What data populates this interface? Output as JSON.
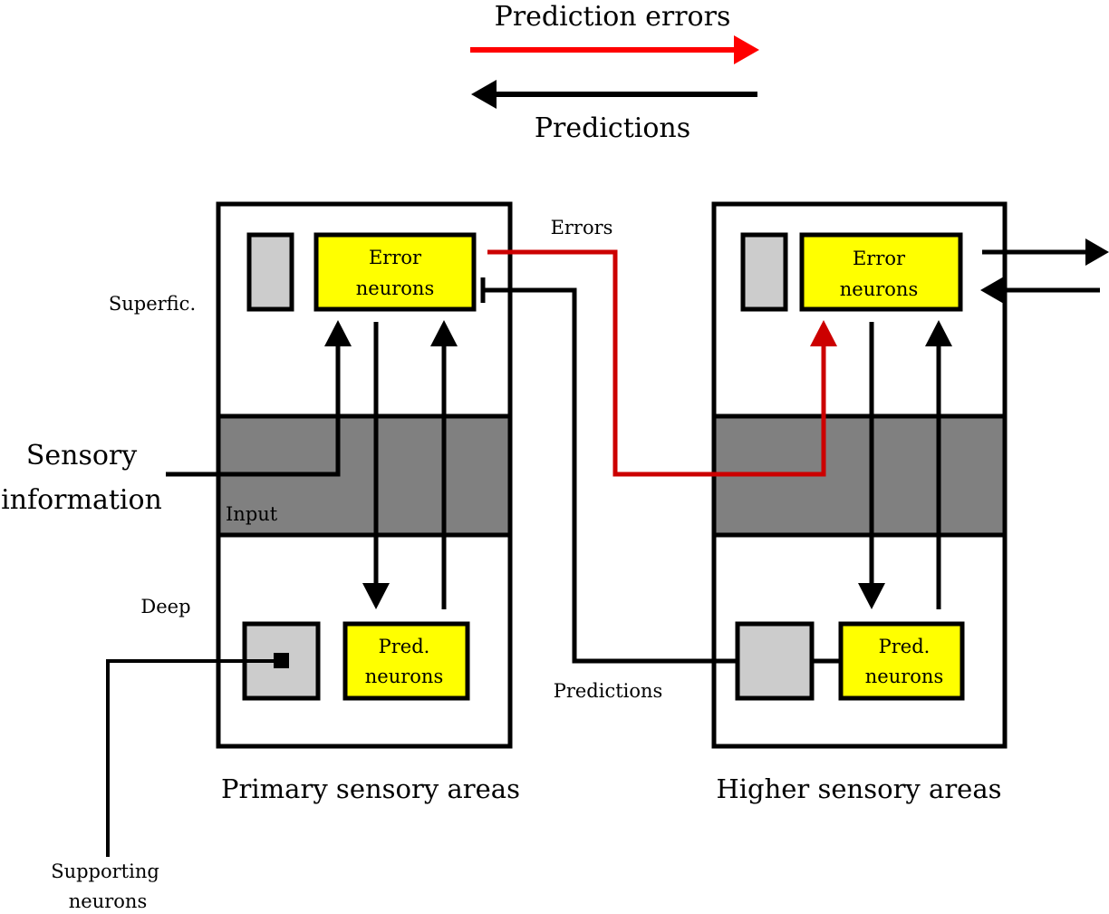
{
  "legend": {
    "errors_label": "Prediction errors",
    "predictions_label": "Predictions",
    "errors_color": "#ff0000",
    "predictions_color": "#000000"
  },
  "colors": {
    "yellow": "#ffff00",
    "light_gray": "#cccccc",
    "dark_gray": "#808080",
    "error_path": "#cc0000"
  },
  "layers": {
    "superficial": "Superfic.",
    "input": "Input",
    "deep": "Deep"
  },
  "sensory_info": {
    "line1": "Sensory",
    "line2": "information"
  },
  "supporting": {
    "line1": "Supporting",
    "line2": "neurons"
  },
  "connections": {
    "errors": "Errors",
    "predictions": "Predictions"
  },
  "primary": {
    "title": "Primary sensory areas",
    "error_line1": "Error",
    "error_line2": "neurons",
    "pred_line1": "Pred.",
    "pred_line2": "neurons"
  },
  "higher": {
    "title": "Higher sensory areas",
    "error_line1": "Error",
    "error_line2": "neurons",
    "pred_line1": "Pred.",
    "pred_line2": "neurons"
  }
}
